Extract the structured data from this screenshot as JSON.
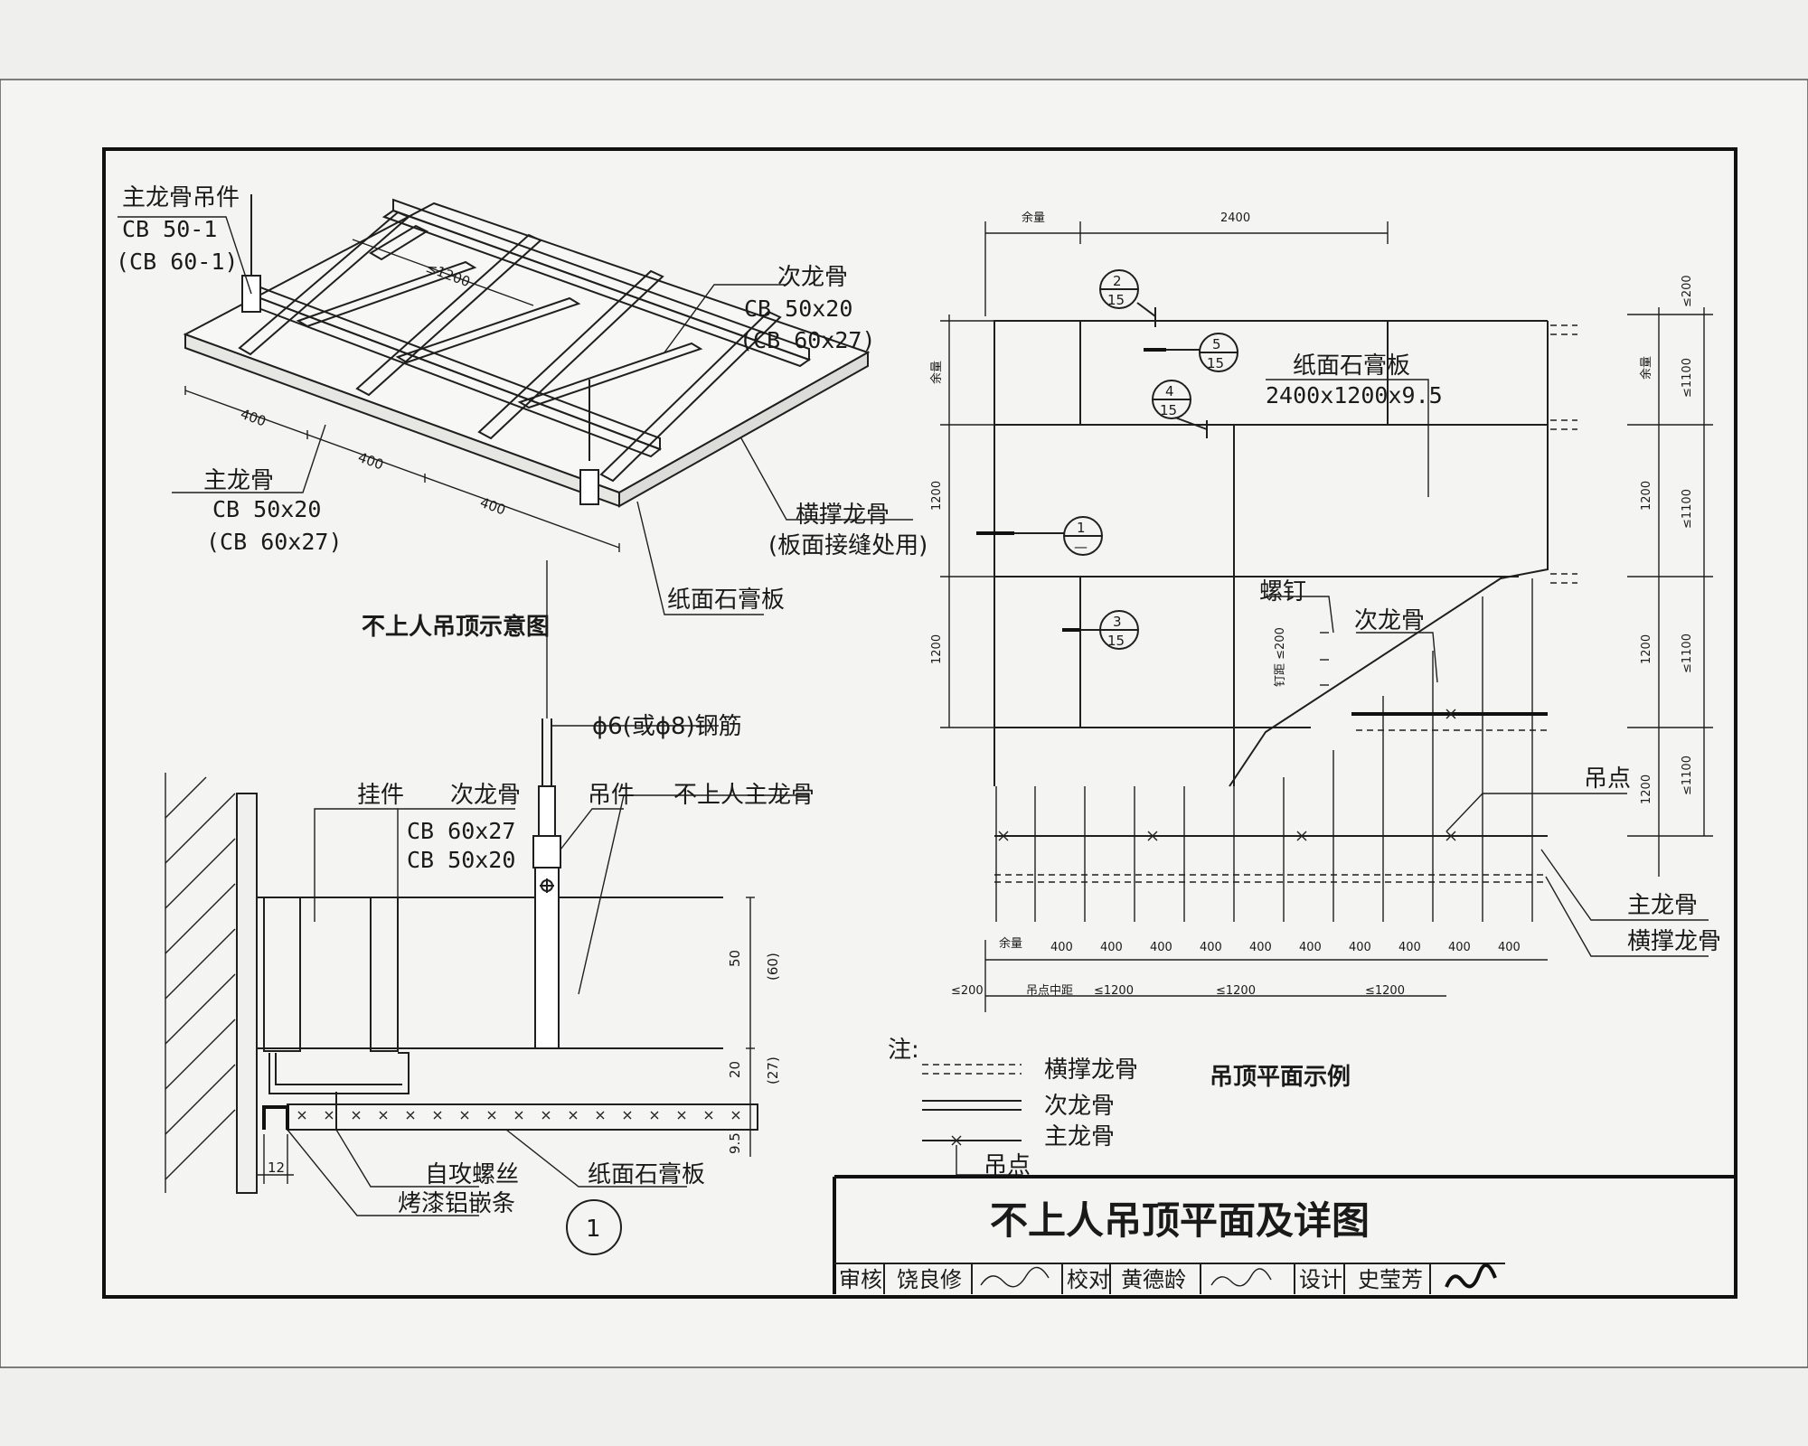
{
  "sheet": {
    "title": "不上人吊顶平面及详图",
    "titleblock": {
      "review_label": "审核",
      "reviewer": "饶良修",
      "check_label": "校对",
      "checker": "黄德龄",
      "design_label": "设计",
      "designer": "史莹芳"
    }
  },
  "iso": {
    "caption": "不上人吊顶示意图",
    "hanger_name": "主龙骨吊件",
    "hanger_code1": "CB 50-1",
    "hanger_code2": "(CB 60-1)",
    "sec_name": "次龙骨",
    "sec_code1": "CB 50x20",
    "sec_code2": "(CB 60x27)",
    "main_name": "主龙骨",
    "main_code1": "CB 50x20",
    "main_code2": "(CB 60x27)",
    "cross_name": "横撑龙骨",
    "cross_note": "(板面接缝处用)",
    "board": "纸面石膏板",
    "dim_1200": "≤1200",
    "dim_400a": "400",
    "dim_400b": "400",
    "dim_400c": "400"
  },
  "detail": {
    "number": "1",
    "rod": "ϕ6(或ϕ8)钢筋",
    "clip": "挂件",
    "sec_name": "次龙骨",
    "sec_code1": "CB 60x27",
    "sec_code2": "CB 50x20",
    "hanger": "吊件",
    "main": "不上人主龙骨",
    "screw": "自攻螺丝",
    "trim": "烤漆铝嵌条",
    "board": "纸面石膏板",
    "dim_50": "50",
    "dim_60": "(60)",
    "dim_20": "20",
    "dim_27": "(27)",
    "dim_95": "9.5",
    "dim_12": "12"
  },
  "plan": {
    "caption": "吊顶平面示例",
    "board_name": "纸面石膏板",
    "board_size": "2400x1200x9.5",
    "screw": "螺钉",
    "sec": "次龙骨",
    "hang_point": "吊点",
    "main": "主龙骨",
    "cross": "横撑龙骨",
    "spacing_label": "钉距 ≤200",
    "top_margin": "余量",
    "top_2400": "2400",
    "left_margin": "余量",
    "left_1200a": "1200",
    "left_1200b": "1200",
    "bottom_margin": "余量",
    "bottom_400s": [
      "400",
      "400",
      "400",
      "400",
      "400",
      "400",
      "400",
      "400",
      "400",
      "400"
    ],
    "bottom_200": "≤200",
    "hang_spacing": "吊点中距",
    "bottom_1200s": [
      "≤1200",
      "≤1200",
      "≤1200"
    ],
    "right_200": "≤200",
    "right_margin": "余量",
    "right_1100s": [
      "≤1100",
      "≤1100",
      "≤1100",
      "≤1100"
    ],
    "right_1200s": [
      "1200",
      "1200",
      "1200"
    ],
    "ref1_top": "2",
    "ref1_bot": "15",
    "ref2_top": "5",
    "ref2_bot": "15",
    "ref3_top": "4",
    "ref3_bot": "15",
    "ref4_top": "1",
    "ref4_bot": "—",
    "ref5_top": "3",
    "ref5_bot": "15"
  },
  "legend": {
    "note": "注:",
    "cross": "横撑龙骨",
    "sec": "次龙骨",
    "main": "主龙骨",
    "point": "吊点"
  }
}
